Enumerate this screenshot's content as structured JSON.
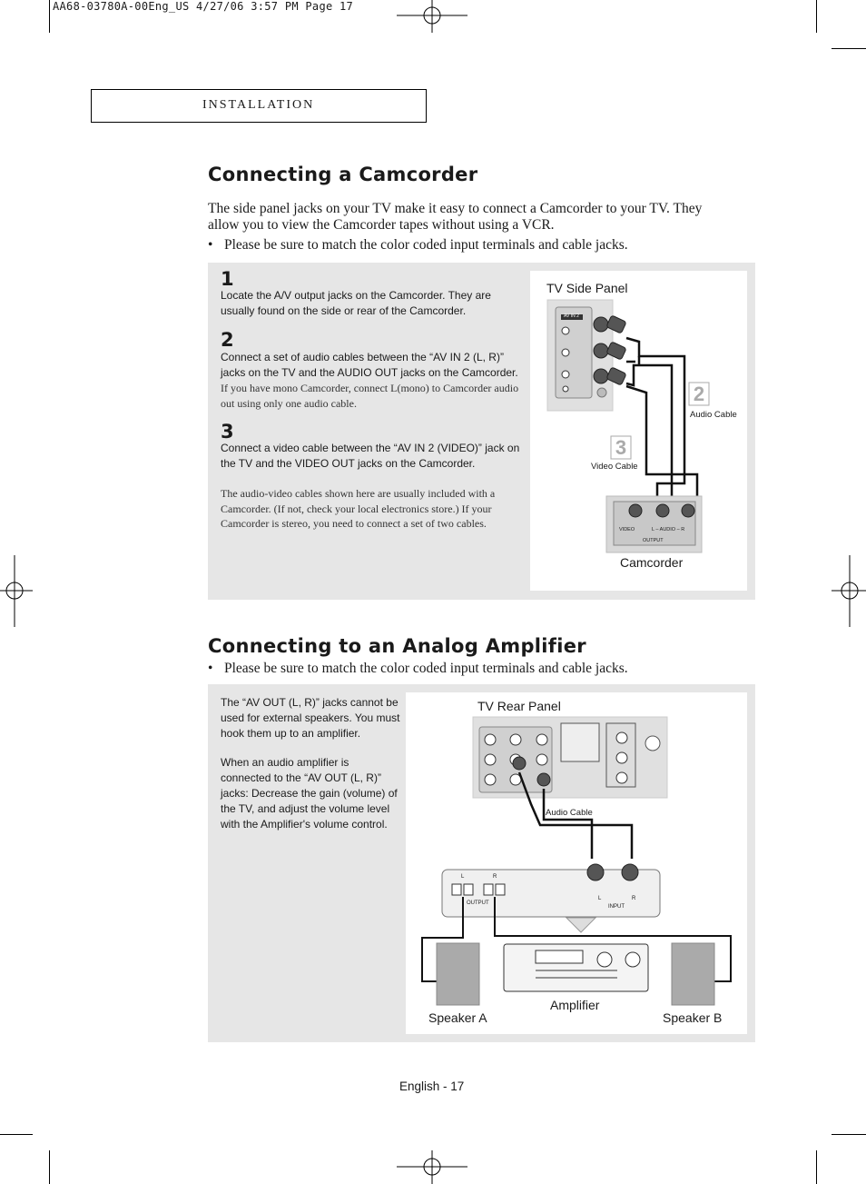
{
  "print_header": "AA68-03780A-00Eng_US  4/27/06  3:57 PM  Page 17",
  "section_label": "INSTALLATION",
  "camcorder": {
    "title": "Connecting a Camcorder",
    "intro": "The side panel jacks on your TV make it easy to connect a Camcorder to your TV. They allow you to view the Camcorder tapes without using a VCR.",
    "bullet": "Please be sure to match the color coded input terminals and cable jacks.",
    "steps": [
      {
        "num": "1",
        "text": "Locate the A/V output jacks on the Camcorder. They are usually found on the side or rear of the Camcorder."
      },
      {
        "num": "2",
        "text": "Connect a set of audio cables between the “AV IN 2 (L, R)” jacks on the TV and the AUDIO OUT jacks on the Camcorder.",
        "note": "If you have mono Camcorder, connect L(mono) to Camcorder audio out using only one audio cable."
      },
      {
        "num": "3",
        "text": "Connect a video cable between the “AV IN 2 (VIDEO)” jack on the TV and the VIDEO OUT jacks on the Camcorder."
      }
    ],
    "footnote": "The audio-video cables shown here are usually included with a Camcorder. (If not, check your local electronics store.) If your Camcorder is stereo, you need to connect a set of two cables.",
    "diagram": {
      "tv_panel_label": "TV Side Panel",
      "av_in_label": "AV IN 2",
      "audio_cable_num": "2",
      "audio_cable_label": "Audio Cable",
      "video_cable_num": "3",
      "video_cable_label": "Video Cable",
      "camcorder_label": "Camcorder",
      "jack_video": "VIDEO",
      "jack_audio": "L – AUDIO – R",
      "jack_output": "OUTPUT"
    }
  },
  "amplifier": {
    "title": "Connecting to an Analog Amplifier",
    "bullet": "Please be sure to match the color coded input terminals and cable jacks.",
    "text1": "The “AV OUT (L, R)” jacks cannot be used for external speakers. You must hook them up to an amplifier.",
    "text2": "When an audio amplifier is connected to the “AV OUT (L, R)” jacks: Decrease the gain (volume) of the TV, and adjust the volume level with the Amplifier's volume control.",
    "diagram": {
      "tv_panel_label": "TV Rear Panel",
      "audio_cable_label": "Audio Cable",
      "output_label": "OUTPUT",
      "input_label": "INPUT",
      "l": "L",
      "r": "R",
      "speaker_a": "Speaker A",
      "amplifier": "Amplifier",
      "speaker_b": "Speaker B"
    }
  },
  "footer": "English - 17"
}
